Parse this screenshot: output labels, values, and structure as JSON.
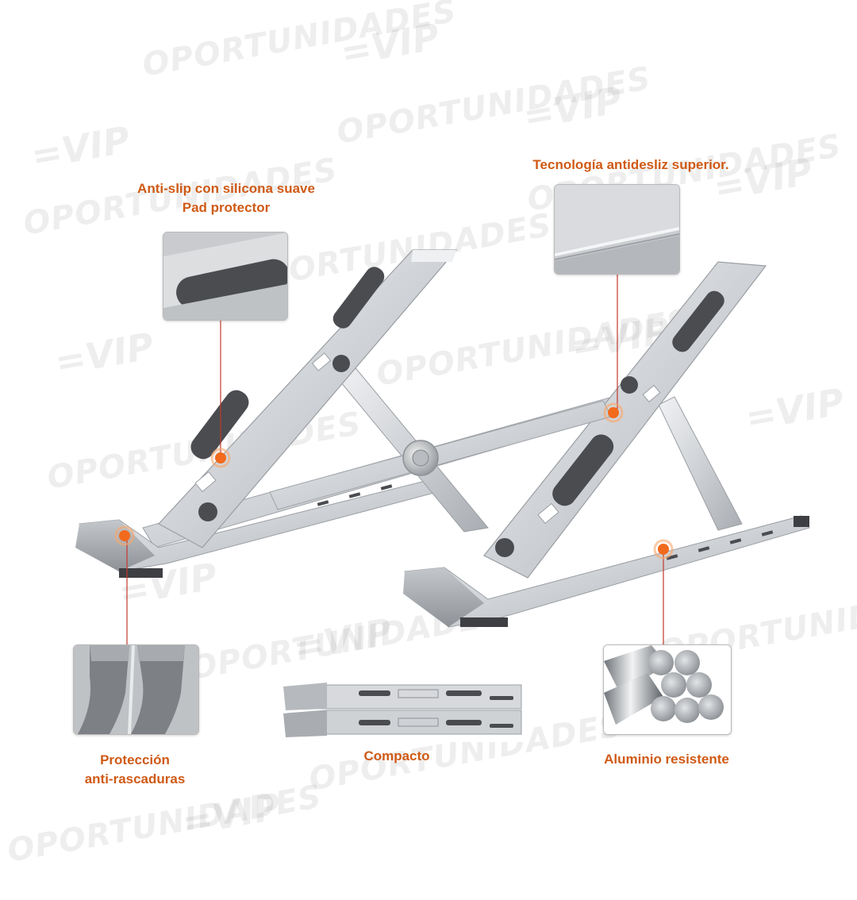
{
  "watermark": {
    "word": "OPORTUNIDADES",
    "badge": "=VIP"
  },
  "callouts": {
    "anti_slip": {
      "line1": "Anti-slip con silicona suave",
      "line2": "Pad protector"
    },
    "tech_top": {
      "line1": "Tecnología antidesliz superior."
    },
    "scratch": {
      "line1": "Protección",
      "line2": "anti-rascaduras"
    },
    "compact": {
      "line1": "Compacto"
    },
    "aluminum": {
      "line1": "Aluminio resistente"
    }
  },
  "colors": {
    "label_text": "#cf5a16",
    "callout_dot": "#f26a1b",
    "callout_line": "#c0392b",
    "aluminum": "#d4d6d9",
    "silicone_pad": "#4a4c50"
  },
  "icons": [
    "laptop-stand-illustration",
    "silicone-pad-closeup",
    "brushed-metal-closeup",
    "foot-tip-closeup",
    "folded-stand-illustration",
    "aluminum-rods-closeup"
  ]
}
